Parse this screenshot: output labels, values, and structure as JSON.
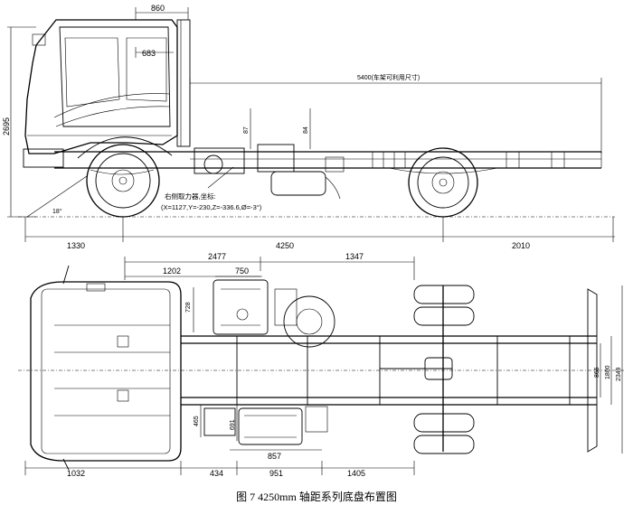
{
  "side_view": {
    "dim_cab_front": "860",
    "dim_cab_height_seat": "683",
    "dim_height_total": "2695",
    "dim_frame_usable": "5400(车架可利用尺寸)",
    "dim_87": "87",
    "dim_84": "84",
    "dim_front_overhang": "1330",
    "dim_wheelbase": "4250",
    "dim_rear_overhang": "2010",
    "angle_label": "18°",
    "pto_note_line1": "右侧取力器,坐标:",
    "pto_note_line2": "(X=1127,Y=-230,Z=-336.6,Ø=-3°)"
  },
  "top_view": {
    "dim_2477": "2477",
    "dim_1347": "1347",
    "dim_1202": "1202",
    "dim_750": "750",
    "dim_728": "728",
    "dim_865": "865",
    "dim_1800": "1800",
    "dim_2349": "2349",
    "dim_465": "465",
    "dim_691": "691",
    "dim_857": "857",
    "dim_1032": "1032",
    "dim_434": "434",
    "dim_951": "951",
    "dim_1405": "1405"
  },
  "caption": "图 7   4250mm 轴距系列底盘布置图"
}
